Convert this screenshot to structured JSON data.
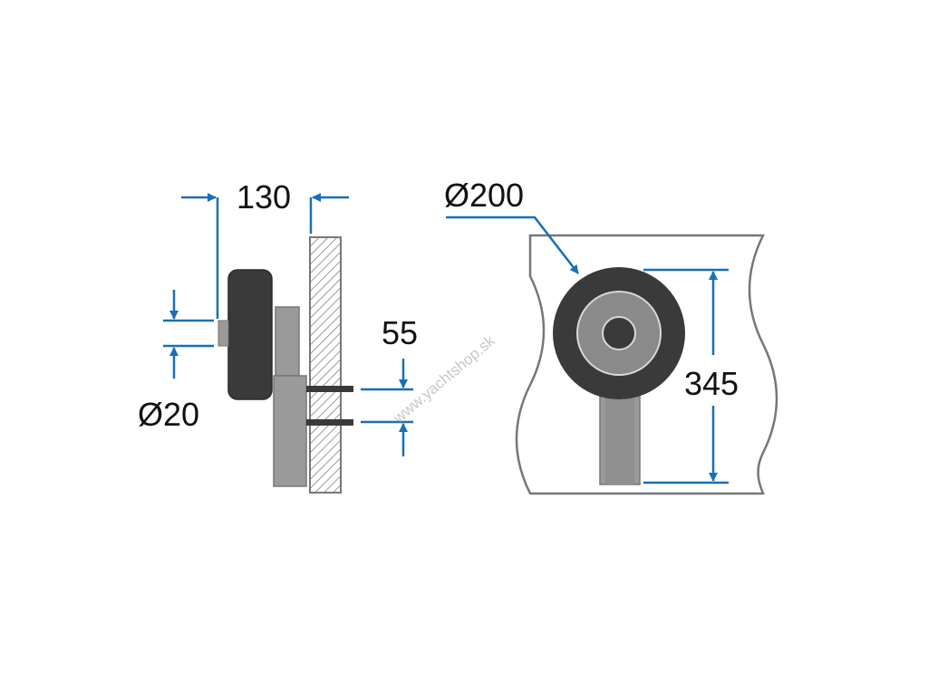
{
  "dimensions": {
    "width_130": "130",
    "bolt_spacing_55": "55",
    "axle_diameter": "Ø20",
    "wheel_diameter": "Ø200",
    "height_345": "345"
  },
  "watermark": "www.yachtshop.sk",
  "colors": {
    "dimension_line": "#1a6fb5",
    "wheel_tire": "#3a3a3a",
    "wheel_hub": "#8a8a8a",
    "bracket": "#9a9a9a",
    "transom_hatch": "#808080",
    "outline": "#777777"
  }
}
